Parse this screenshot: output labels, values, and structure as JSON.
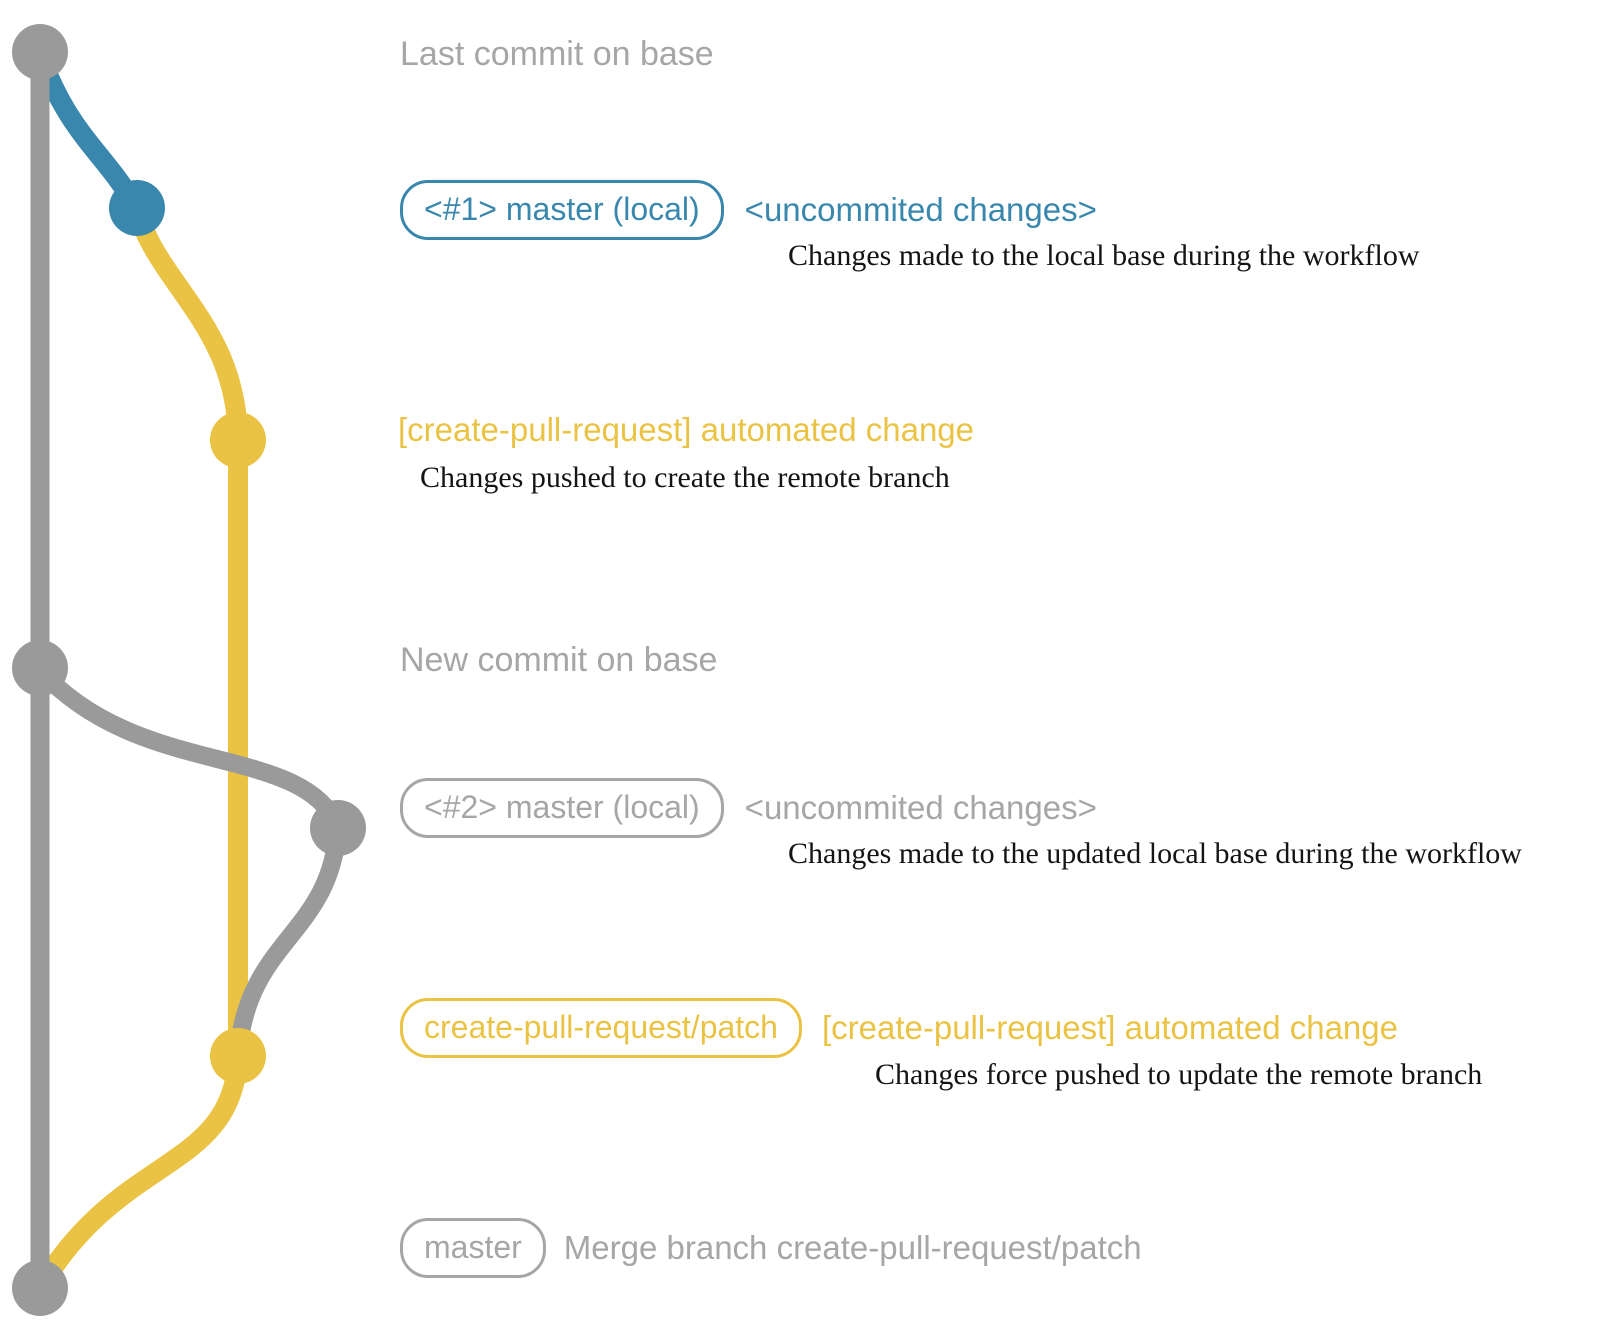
{
  "colors": {
    "base_gray": "#9a9a9a",
    "label_gray": "#a6a6a6",
    "blue": "#3a87ad",
    "yellow": "#eac344",
    "description_black": "#141414",
    "background": "#ffffff"
  },
  "annotations": [
    {
      "label": "Last commit on base"
    },
    {
      "badge": "<#1> master (local)",
      "message": "<uncommited changes>",
      "description": "Changes made to the local base during the workflow"
    },
    {
      "message": "[create-pull-request] automated change",
      "description": "Changes pushed to create the remote branch"
    },
    {
      "label": "New commit on base"
    },
    {
      "badge": "<#2> master (local)",
      "message": "<uncommited changes>",
      "description": "Changes made to the updated local base during the workflow"
    },
    {
      "badge": "create-pull-request/patch",
      "message": "[create-pull-request] automated change",
      "description": "Changes force pushed to update the remote branch"
    },
    {
      "badge": "master",
      "message": "Merge branch create-pull-request/patch"
    }
  ]
}
